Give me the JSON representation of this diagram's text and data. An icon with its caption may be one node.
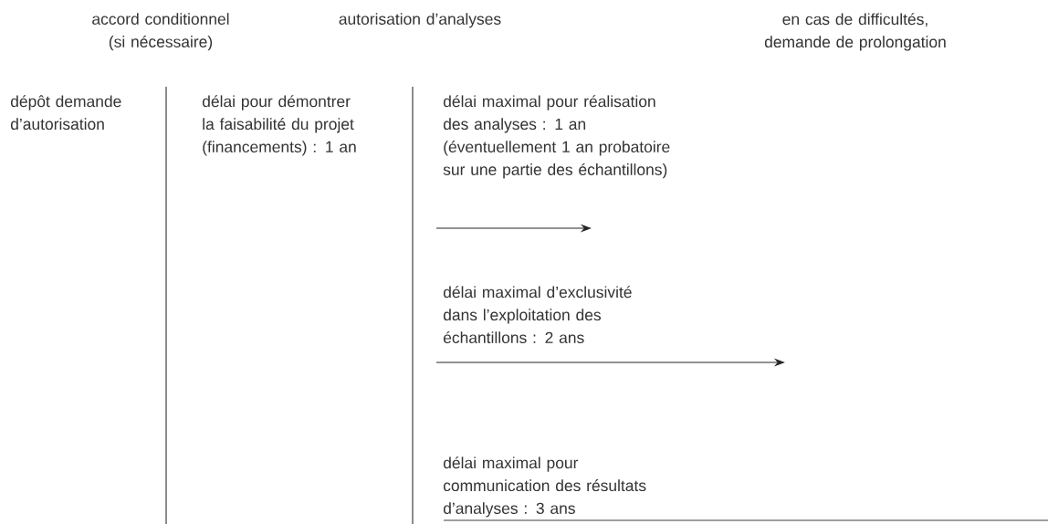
{
  "diagram": {
    "labels": [
      "accord conditionnel (si nécessaire)",
      "autorisation d’analyses",
      "en cas de difficultés, demande de prolongation",
      "dépôt demande d’autorisation",
      "délai pour démontrer la faisabilité du projet (financements) : 1 an",
      "délai maximal pour réalisation des analyses : 1 an (éventuellement 1 an probatoire sur une partie des échantillons)",
      "délai maximal d’exclusivité dans l’exploitation des échantillons : 2 ans",
      "délai maximal pour communication des résultats d’analyses : 3 ans"
    ]
  }
}
